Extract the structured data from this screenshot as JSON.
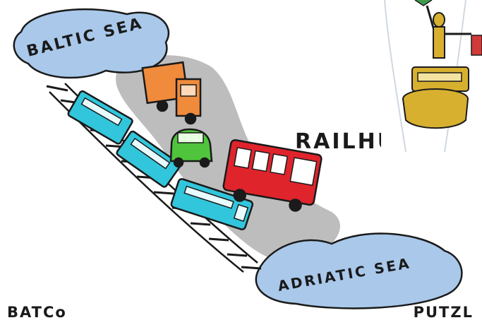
{
  "labels": {
    "baltic_sea": "BALTIC SEA",
    "adriatic_sea": "ADRIATIC SEA",
    "railhuc": "RAILHUC",
    "batco": "BATCo",
    "putzl": "PUTZL"
  },
  "colors": {
    "sea": "#a9c8ea",
    "road": "#bdbdbd",
    "train": "#31c6dc",
    "truck": "#f08b3c",
    "car": "#4fc43c",
    "bus": "#e0242c",
    "trophy": "#d8b030",
    "outline": "#1a1a1a"
  }
}
